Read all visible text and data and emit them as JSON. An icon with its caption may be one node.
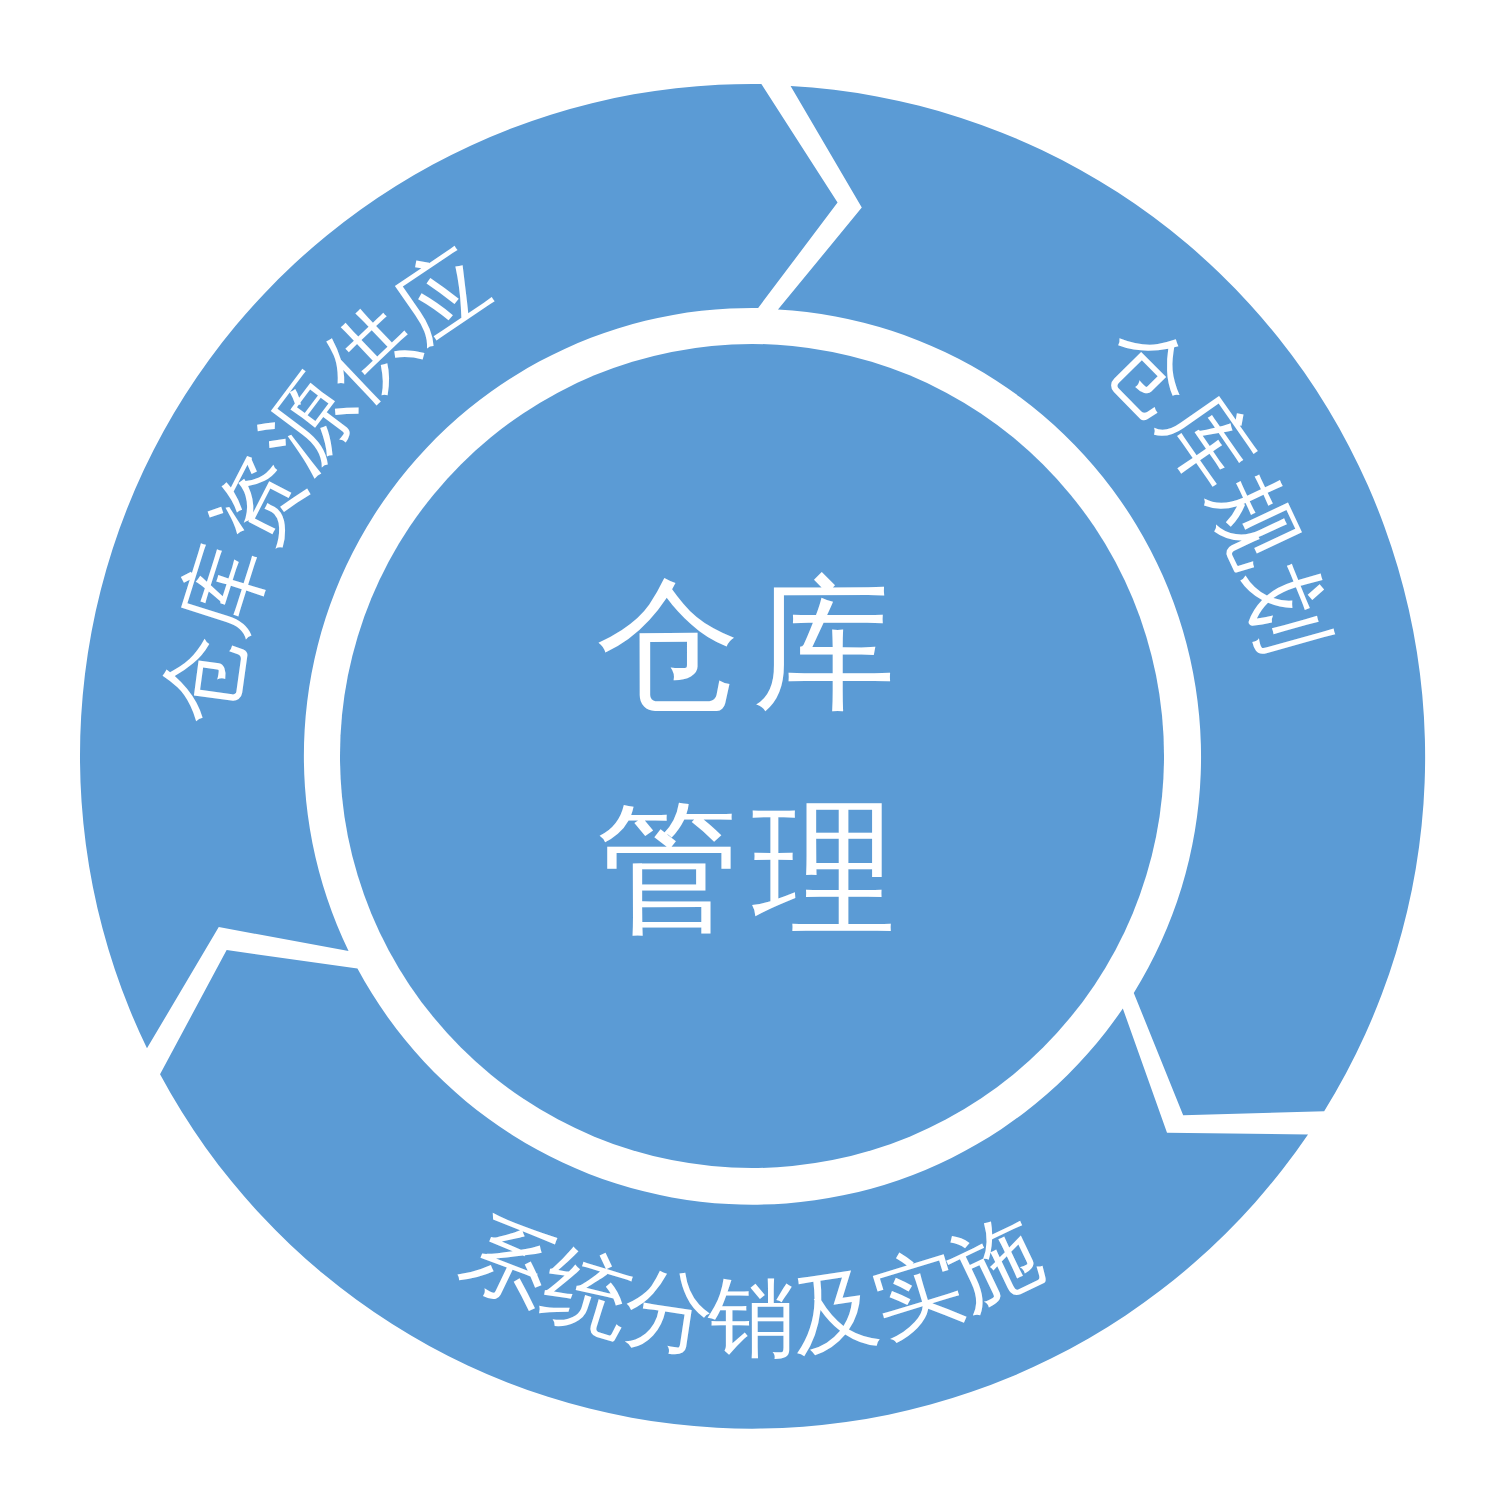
{
  "diagram": {
    "nodes": [
      {
        "text": [
          "仓库管理"
        ]
      },
      {
        "text": [
          "仓库资源供应"
        ]
      },
      {
        "text": [
          "仓库规划"
        ]
      },
      {
        "text": [
          "系统分销及实施"
        ]
      }
    ]
  }
}
